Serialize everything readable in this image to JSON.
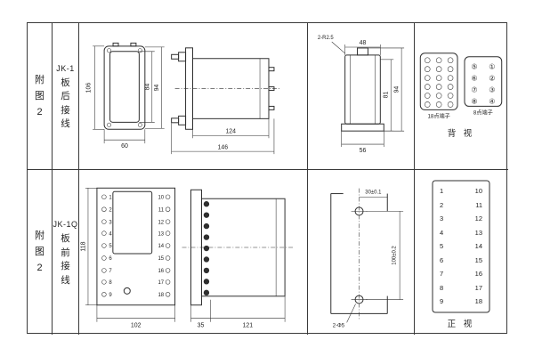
{
  "sheet": {
    "bg": "#ffffff",
    "line": "#2f2f2f"
  },
  "row1": {
    "fig_chars": [
      "附",
      "图",
      "2"
    ],
    "model": "JK-1",
    "wiring_chars": [
      "板",
      "后",
      "接",
      "线"
    ],
    "front": {
      "dim_left": "106",
      "dim_inner": "84",
      "dim_outer": "94",
      "dim_bottom": "60"
    },
    "side": {
      "dim_body": "124",
      "dim_total": "146"
    },
    "rear": {
      "radius_note": "2-R2.5",
      "dim_top": "48",
      "dim_right_inner": "81",
      "dim_right_outer": "94",
      "dim_bottom": "56"
    },
    "terminals": {
      "label_18": "18点端子",
      "label_8": "8点端子",
      "view_label": "背 视",
      "left_nums": [
        "⑤",
        "⑥",
        "⑦",
        "⑧"
      ],
      "right_nums": [
        "①",
        "②",
        "③",
        "④"
      ]
    }
  },
  "row2": {
    "fig_chars": [
      "附",
      "图",
      "2"
    ],
    "model": "JK-1Q",
    "wiring_chars": [
      "板",
      "前",
      "接",
      "线"
    ],
    "front": {
      "dim_left": "118",
      "dim_bottom": "102",
      "left_terminals": [
        "1",
        "2",
        "3",
        "4",
        "5",
        "6",
        "7",
        "8",
        "9"
      ],
      "right_terminals": [
        "10",
        "11",
        "12",
        "13",
        "14",
        "15",
        "16",
        "17",
        "18"
      ]
    },
    "side": {
      "dim_flange": "35",
      "dim_body": "121"
    },
    "mounting": {
      "dim_top": "30±0.1",
      "dim_right": "100±0.2",
      "hole_note": "2-Φ5"
    },
    "table": {
      "left": [
        "1",
        "2",
        "3",
        "4",
        "5",
        "6",
        "7",
        "8",
        "9"
      ],
      "right": [
        "10",
        "11",
        "12",
        "13",
        "14",
        "15",
        "16",
        "17",
        "18"
      ],
      "view_label": "正 视"
    }
  }
}
